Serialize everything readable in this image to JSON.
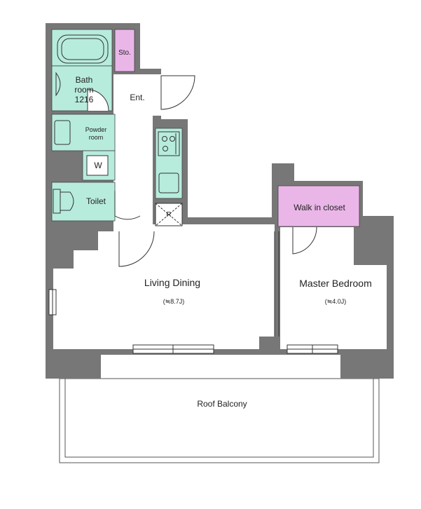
{
  "colors": {
    "wall": "#777777",
    "wet_area": "#b7ecdd",
    "storage": "#eab6e8",
    "floor": "#ffffff",
    "line": "#333333"
  },
  "rooms": {
    "storage": "Sto.",
    "bath": [
      "Bath",
      "room",
      "1216"
    ],
    "entrance": "Ent.",
    "powder": [
      "Powder",
      "room"
    ],
    "washer": "W",
    "toilet": "Toilet",
    "fridge": "R",
    "walk_in_closet": "Walk in closet",
    "living": {
      "name": "Living Dining",
      "size": "(≒8.7J)"
    },
    "bedroom": {
      "name": "Master Bedroom",
      "size": "(≒4.0J)"
    },
    "balcony": "Roof  Balcony"
  },
  "icons": {
    "bathtub": "bathtub-icon",
    "sink": "sink-icon",
    "stove": "stove-icon",
    "toilet": "toilet-icon",
    "door_swing": "door-swing-icon"
  }
}
